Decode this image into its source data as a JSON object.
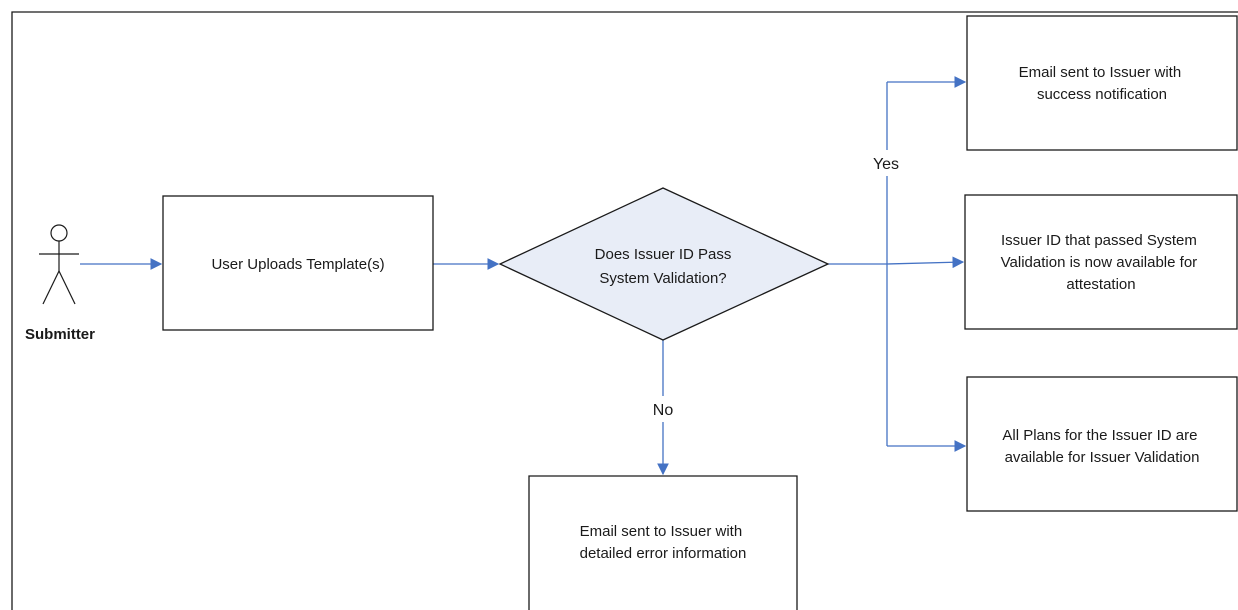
{
  "colors": {
    "connector": "#4472c4",
    "decision_fill": "#e8edf7",
    "border": "#1a1a1a"
  },
  "actor": {
    "label": "Submitter",
    "icon": "stick-figure-icon"
  },
  "upload_step": {
    "text": "User Uploads Template(s)"
  },
  "decision": {
    "lines": [
      "Does Issuer ID Pass",
      "System Validation?"
    ],
    "yes_label": "Yes",
    "no_label": "No"
  },
  "outcomes": {
    "success_email": {
      "lines": [
        "Email sent to Issuer with",
        "success notification"
      ]
    },
    "available_attestation": {
      "lines": [
        "Issuer ID that passed System",
        "Validation is now available for",
        "attestation"
      ]
    },
    "plans_available": {
      "lines": [
        "All Plans for the Issuer ID are",
        "available for Issuer Validation"
      ]
    },
    "error_email": {
      "lines": [
        "Email sent to Issuer with",
        "detailed error information"
      ]
    }
  }
}
